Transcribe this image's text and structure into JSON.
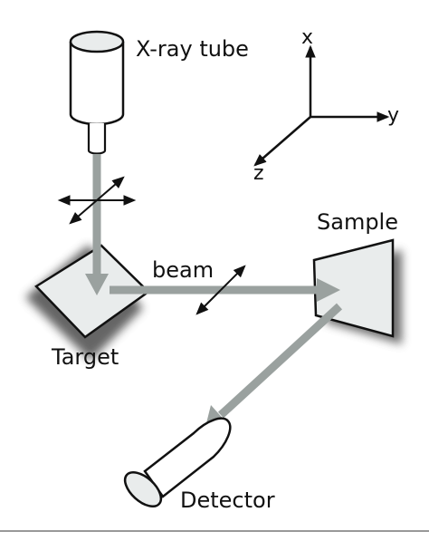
{
  "labels": {
    "xray_tube": "X-ray tube",
    "target": "Target",
    "beam": "beam",
    "sample": "Sample",
    "detector": "Detector"
  },
  "axes": {
    "x": "x",
    "y": "y",
    "z": "z"
  },
  "colors": {
    "beam": "#9aa19f",
    "part_fill": "#e9ecec",
    "outline": "#111111",
    "shadow": "#555555"
  }
}
